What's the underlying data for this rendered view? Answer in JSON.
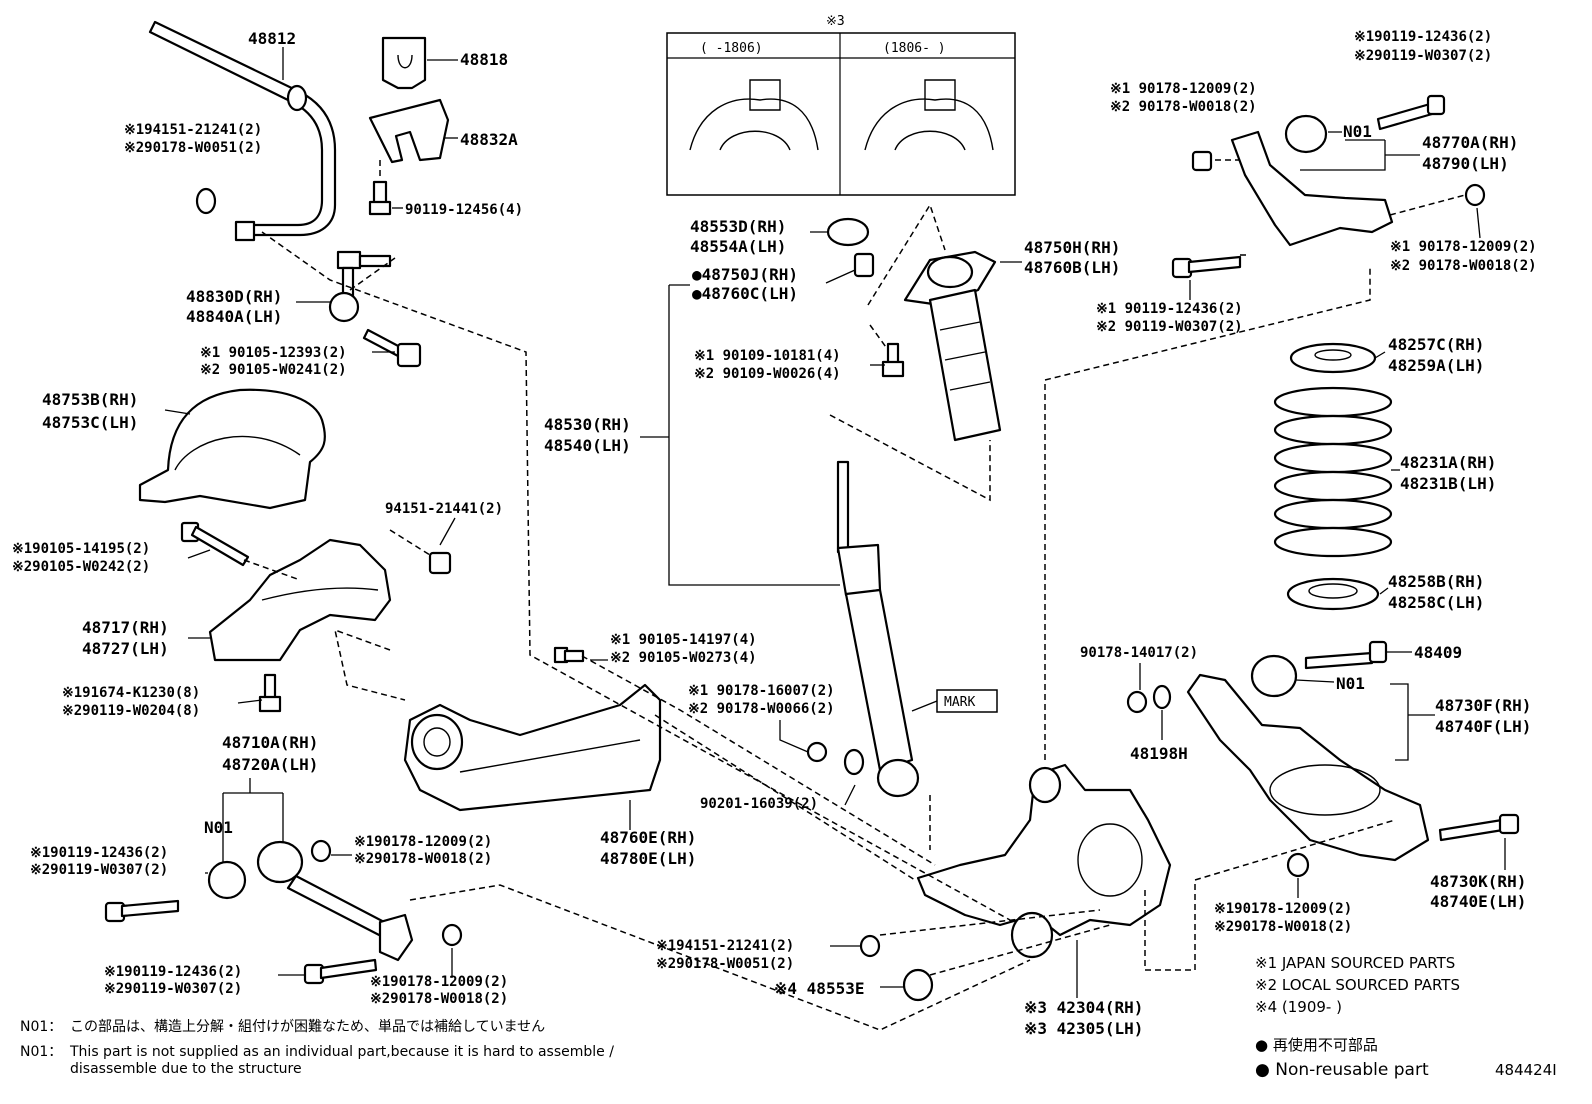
{
  "variant_box": {
    "header": "※3",
    "left_label": "(   -1806)",
    "right_label": "(1806-   )"
  },
  "labels": {
    "p48812": "48812",
    "p48818": "48818",
    "p48832A": "48832A",
    "p48812_note1": "※194151-21241(2)",
    "p48812_note2": "※290178-W0051(2)",
    "p90119_12456": "90119-12456(4)",
    "p48830D": "48830D(RH)",
    "p48840A": "48840A(LH)",
    "p90105_1": "※1 90105-12393(2)",
    "p90105_2": "※2 90105-W0241(2)",
    "p48753B": "48753B(RH)",
    "p48753C": "48753C(LH)",
    "p94151_21441": "94151-21441(2)",
    "p90105_14195_1": "※190105-14195(2)",
    "p90105_14195_2": "※290105-W0242(2)",
    "p48717": "48717(RH)",
    "p48727": "48727(LH)",
    "p91674_1": "※191674-K1230(8)",
    "p91674_2": "※290119-W0204(8)",
    "p48710A": "48710A(RH)",
    "p48720A": "48720A(LH)",
    "n01_left": "N01",
    "p90119_L1": "※190119-12436(2)",
    "p90119_L2": "※290119-W0307(2)",
    "p90178_L1": "※190178-12009(2)",
    "p90178_L2": "※290178-W0018(2)",
    "p90119_B1": "※190119-12436(2)",
    "p90119_B2": "※290119-W0307(2)",
    "p90178_B1": "※190178-12009(2)",
    "p90178_B2": "※290178-W0018(2)",
    "p48553D": "48553D(RH)",
    "p48554A": "48554A(LH)",
    "p48750J": "●48750J(RH)",
    "p48760C": "●48760C(LH)",
    "p90109_1": "※1 90109-10181(4)",
    "p90109_2": "※2 90109-W0026(4)",
    "p48530": "48530(RH)",
    "p48540": "48540(LH)",
    "p90105_14197_1": "※1 90105-14197(4)",
    "p90105_14197_2": "※2 90105-W0273(4)",
    "p90178_16007_1": "※1 90178-16007(2)",
    "p90178_16007_2": "※2 90178-W0066(2)",
    "mark": "MARK",
    "p90201": "90201-16039(2)",
    "p48760E": "48760E(RH)",
    "p48780E": "48780E(LH)",
    "p48750H": "48750H(RH)",
    "p48760B": "48760B(LH)",
    "p90119_T1": "※190119-12436(2)",
    "p90119_T2": "※290119-W0307(2)",
    "p90178_T1": "※1 90178-12009(2)",
    "p90178_T2": "※2 90178-W0018(2)",
    "n01_top": "N01",
    "p48770A": "48770A(RH)",
    "p48790": "48790(LH)",
    "p90178_R1": "※1 90178-12009(2)",
    "p90178_R2": "※2 90178-W0018(2)",
    "p90119_M1": "※1 90119-12436(2)",
    "p90119_M2": "※2 90119-W0307(2)",
    "p48257C": "48257C(RH)",
    "p48259A": "48259A(LH)",
    "p48231A": "48231A(RH)",
    "p48231B": "48231B(LH)",
    "p48258B": "48258B(RH)",
    "p48258C": "48258C(LH)",
    "p90178_14017": "90178-14017(2)",
    "p48409": "48409",
    "n01_right": "N01",
    "p48730F": "48730F(RH)",
    "p48740F": "48740F(LH)",
    "p48198H": "48198H",
    "p48730K": "48730K(RH)",
    "p48740E": "48740E(LH)",
    "p90178_RB1": "※190178-12009(2)",
    "p90178_RB2": "※290178-W0018(2)",
    "p94151_K1": "※194151-21241(2)",
    "p94151_K2": "※290178-W0051(2)",
    "p48553E": "※4 48553E",
    "p42304": "※3 42304(RH)",
    "p42305": "※3 42305(LH)"
  },
  "legend": {
    "japan": "※1 JAPAN SOURCED PARTS",
    "local": "※2 LOCAL SOURCED PARTS",
    "s4": "※4 (1909-    )",
    "nonreuse_jp": "● 再使用不可部品",
    "nonreuse_en": "● Non-reusable part",
    "figure_id": "484424I"
  },
  "notes": {
    "n01_jp_prefix": "N01：",
    "n01_jp": "この部品は、構造上分解・組付けが困難なため、単品では補給していません",
    "n01_en_prefix": "N01：",
    "n01_en_1": "This part is not supplied as an individual part,because it is hard to assemble /",
    "n01_en_2": "disassemble due to the structure"
  }
}
